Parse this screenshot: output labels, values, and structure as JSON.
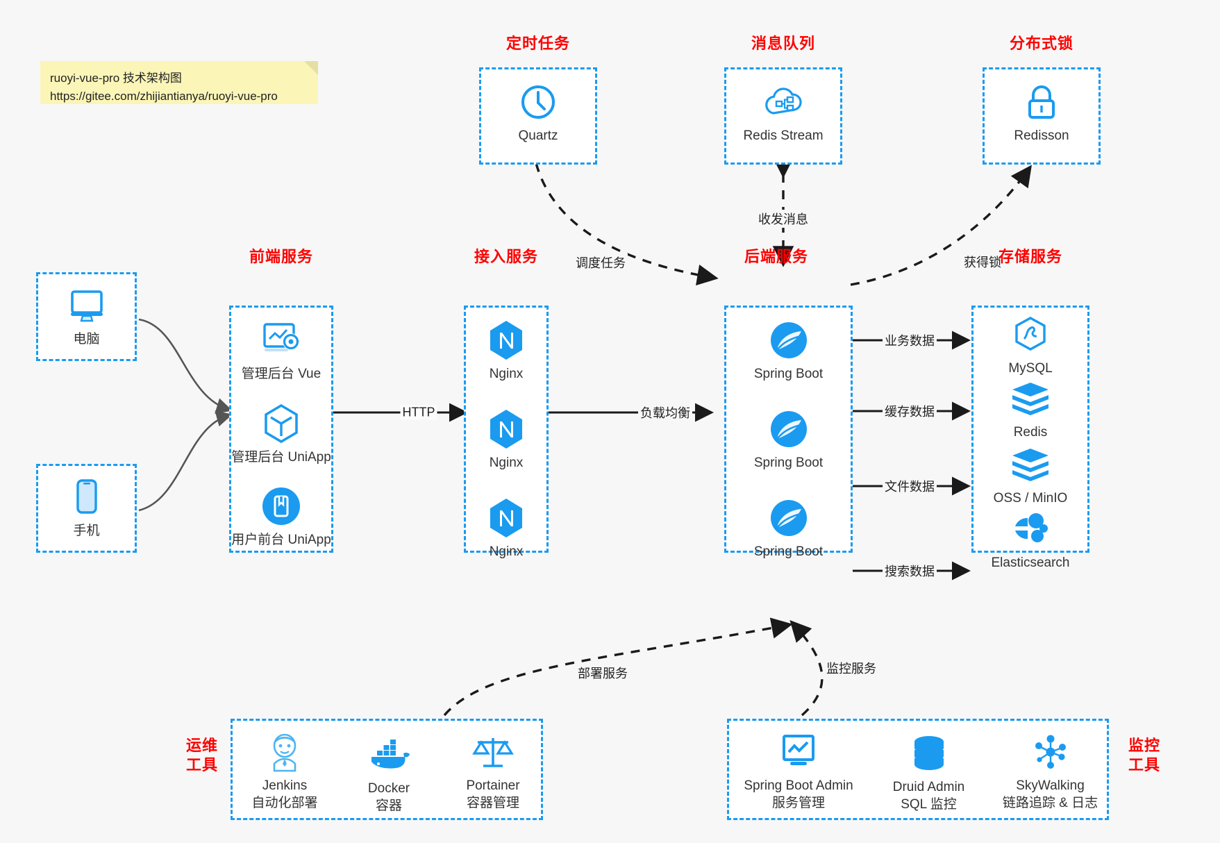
{
  "note": {
    "line1": "ruoyi-vue-pro 技术架构图",
    "line2": "https://gitee.com/zhijiantianya/ruoyi-vue-pro"
  },
  "colors": {
    "accent_blue": "#1a9bf0",
    "title_red": "#ff0000",
    "edge_gray": "#555555",
    "edge_black": "#1a1a1a",
    "note_bg": "#fbf5b7",
    "canvas_bg": "#f7f7f7"
  },
  "groups": {
    "scheduler": {
      "title": "定时任务",
      "nodes": [
        {
          "label": "Quartz",
          "icon": "clock-icon"
        }
      ]
    },
    "mq": {
      "title": "消息队列",
      "nodes": [
        {
          "label": "Redis Stream",
          "icon": "cloud-stream-icon"
        }
      ]
    },
    "lock": {
      "title": "分布式锁",
      "nodes": [
        {
          "label": "Redisson",
          "icon": "lock-icon"
        }
      ]
    },
    "client_pc": {
      "title": "",
      "nodes": [
        {
          "label": "电脑",
          "icon": "monitor-icon"
        }
      ]
    },
    "client_phone": {
      "title": "",
      "nodes": [
        {
          "label": "手机",
          "icon": "phone-icon"
        }
      ]
    },
    "frontend": {
      "title": "前端服务",
      "nodes": [
        {
          "label": "管理后台 Vue",
          "icon": "dashboard-gear-icon"
        },
        {
          "label": "管理后台 UniApp",
          "icon": "hex-cube-icon"
        },
        {
          "label": "用户前台 UniApp",
          "icon": "app-square-icon"
        }
      ]
    },
    "gateway": {
      "title": "接入服务",
      "nodes": [
        {
          "label": "Nginx",
          "icon": "nginx-icon"
        },
        {
          "label": "Nginx",
          "icon": "nginx-icon"
        },
        {
          "label": "Nginx",
          "icon": "nginx-icon"
        }
      ]
    },
    "backend": {
      "title": "后端服务",
      "nodes": [
        {
          "label": "Spring Boot",
          "icon": "spring-boot-icon"
        },
        {
          "label": "Spring Boot",
          "icon": "spring-boot-icon"
        },
        {
          "label": "Spring Boot",
          "icon": "spring-boot-icon"
        }
      ]
    },
    "storage": {
      "title": "存储服务",
      "nodes": [
        {
          "label": "MySQL",
          "icon": "mysql-icon"
        },
        {
          "label": "Redis",
          "icon": "redis-icon"
        },
        {
          "label": "OSS / MinIO",
          "icon": "redis-icon"
        },
        {
          "label": "Elasticsearch",
          "icon": "elasticsearch-icon"
        }
      ]
    },
    "devops": {
      "title": "运维\n工具",
      "title_lines": [
        "运维",
        "工具"
      ],
      "nodes": [
        {
          "label": "Jenkins",
          "sublabel": "自动化部署",
          "icon": "jenkins-icon"
        },
        {
          "label": "Docker",
          "sublabel": "容器",
          "icon": "docker-icon"
        },
        {
          "label": "Portainer",
          "sublabel": "容器管理",
          "icon": "scales-icon"
        }
      ]
    },
    "monitor": {
      "title": "监控\n工具",
      "title_lines": [
        "监控",
        "工具"
      ],
      "nodes": [
        {
          "label": "Spring Boot Admin",
          "sublabel": "服务管理",
          "icon": "monitor-chart-icon"
        },
        {
          "label": "Druid Admin",
          "sublabel": "SQL 监控",
          "icon": "database-icon"
        },
        {
          "label": "SkyWalking",
          "sublabel": "链路追踪 & 日志",
          "icon": "skywalking-icon"
        }
      ]
    }
  },
  "edges": [
    {
      "id": "schedule-task",
      "label": "调度任务",
      "style": "dashed"
    },
    {
      "id": "send-recv-msg",
      "label": "收发消息",
      "style": "dashed"
    },
    {
      "id": "acquire-lock",
      "label": "获得锁",
      "style": "dashed"
    },
    {
      "id": "http",
      "label": "HTTP",
      "style": "solid"
    },
    {
      "id": "load-balance",
      "label": "负载均衡",
      "style": "solid"
    },
    {
      "id": "business-data",
      "label": "业务数据",
      "style": "solid"
    },
    {
      "id": "cache-data",
      "label": "缓存数据",
      "style": "solid"
    },
    {
      "id": "file-data",
      "label": "文件数据",
      "style": "solid"
    },
    {
      "id": "search-data",
      "label": "搜索数据",
      "style": "solid"
    },
    {
      "id": "deploy-service",
      "label": "部署服务",
      "style": "dashed"
    },
    {
      "id": "monitor-service",
      "label": "监控服务",
      "style": "dashed"
    }
  ]
}
